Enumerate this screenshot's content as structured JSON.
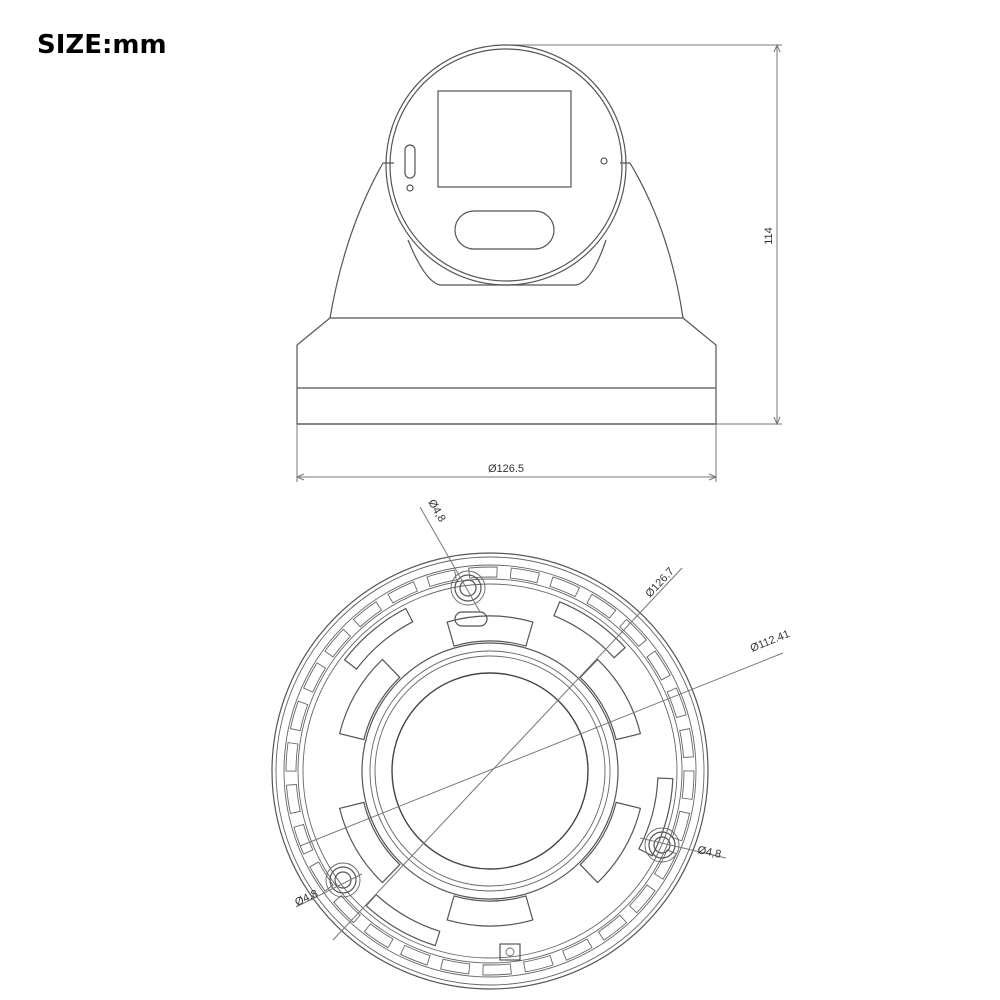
{
  "title": "SIZE:mm",
  "side_view": {
    "height_label": "114",
    "width_label": "Ø126.5"
  },
  "bottom_view": {
    "outer_diameter_label": "Ø126.7",
    "hole_circle_label": "Ø112.41",
    "hole_labels": [
      "Ø4,8",
      "Ø4,8",
      "Ø4,8"
    ]
  }
}
